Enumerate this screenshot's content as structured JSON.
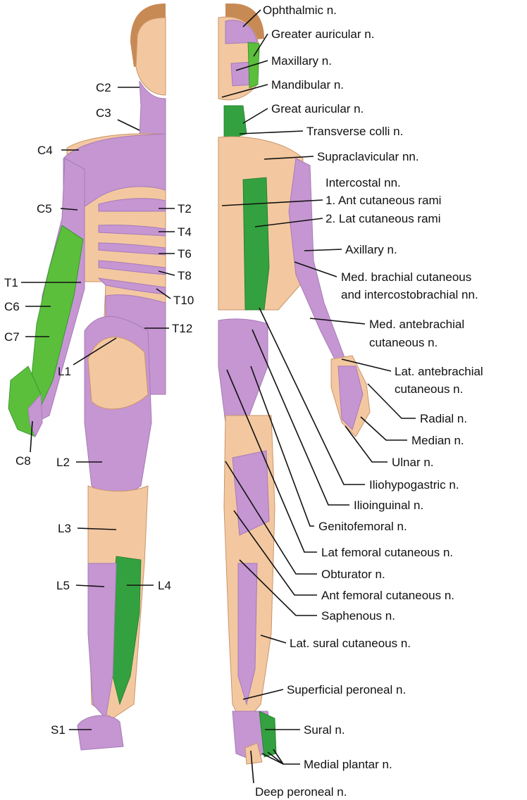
{
  "left_labels": [
    "C2",
    "C3",
    "C4",
    "C5",
    "T2",
    "T4",
    "T6",
    "T8",
    "T10",
    "T12",
    "T1",
    "C6",
    "C7",
    "L1",
    "C8",
    "L2",
    "L3",
    "L5",
    "L4",
    "S1"
  ],
  "right_labels": [
    "Ophthalmic n.",
    "Greater auricular n.",
    "Maxillary n.",
    "Mandibular n.",
    "Great auricular n.",
    "Transverse colli n.",
    "Supraclavicular nn.",
    "Intercostal nn.",
    "1. Ant cutaneous rami",
    "2. Lat cutaneous rami",
    "Axillary n.",
    "Med. brachial cutaneous",
    "and intercostobrachial nn.",
    "Med. antebrachial",
    "cutaneous n.",
    "Lat. antebrachial",
    "cutaneous n.",
    "Radial n.",
    "Median n.",
    "Ulnar n.",
    "Iliohypogastric n.",
    "Ilioinguinal n.",
    "Genitofemoral n.",
    "Lat femoral cutaneous n.",
    "Obturator n.",
    "Ant femoral cutaneous n.",
    "Saphenous n.",
    "Lat. sural cutaneous n.",
    "Superficial peroneal n.",
    "Sural n.",
    "Medial plantar n.",
    "Deep peroneal n."
  ],
  "colors": {
    "skin": "#f3c8a0",
    "dermatome": "#c596d2",
    "nerve_green": "#33a13f"
  }
}
